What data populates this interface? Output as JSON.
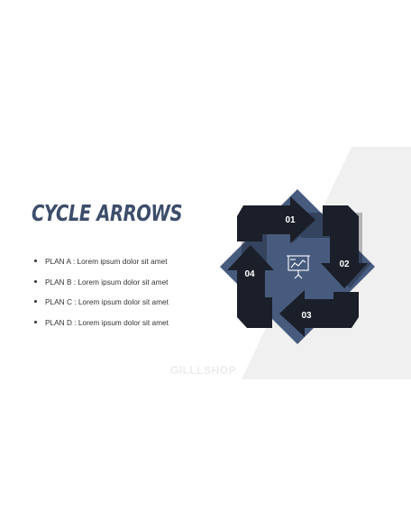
{
  "title": "CYCLE ARROWS",
  "plans": [
    "PLAN A : Lorem ipsum dolor sit amet",
    "PLAN B : Lorem ipsum dolor sit amet",
    "PLAN C : Lorem ipsum dolor sit amet",
    "PLAN D : Lorem ipsum dolor sit amet"
  ],
  "arrows": [
    "01",
    "02",
    "03",
    "04"
  ],
  "center_icon": "presentation-chart-icon",
  "watermark": "GILLLSHOP",
  "colors": {
    "title": "#3d4e6b",
    "diamond": "#475b7e",
    "arrow": "#1b1f29",
    "background_shape": "#f0f0f0"
  }
}
